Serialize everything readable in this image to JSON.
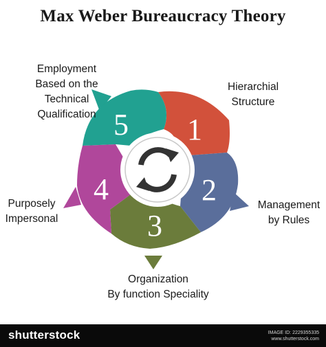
{
  "title": "Max Weber Bureaucracy Theory",
  "segments": [
    {
      "number": "1",
      "label": [
        "Hierarchial",
        "Structure"
      ],
      "color": "#d2513b"
    },
    {
      "number": "2",
      "label": [
        "Management",
        "by Rules"
      ],
      "color": "#5a6e9b"
    },
    {
      "number": "3",
      "label": [
        "Organization",
        "By function Speciality"
      ],
      "color": "#6b7c3b"
    },
    {
      "number": "4",
      "label": [
        "Purposely",
        "Impersonal"
      ],
      "color": "#b0479b"
    },
    {
      "number": "5",
      "label": [
        "Employment",
        "Based on the",
        "Technical",
        "Qualification"
      ],
      "color": "#21a191"
    }
  ],
  "center_icon": "refresh-cycle-icon",
  "footer": {
    "logo": "shutterstock",
    "image_id_label": "IMAGE ID: 2229355335",
    "site": "www.shutterstock.com"
  }
}
